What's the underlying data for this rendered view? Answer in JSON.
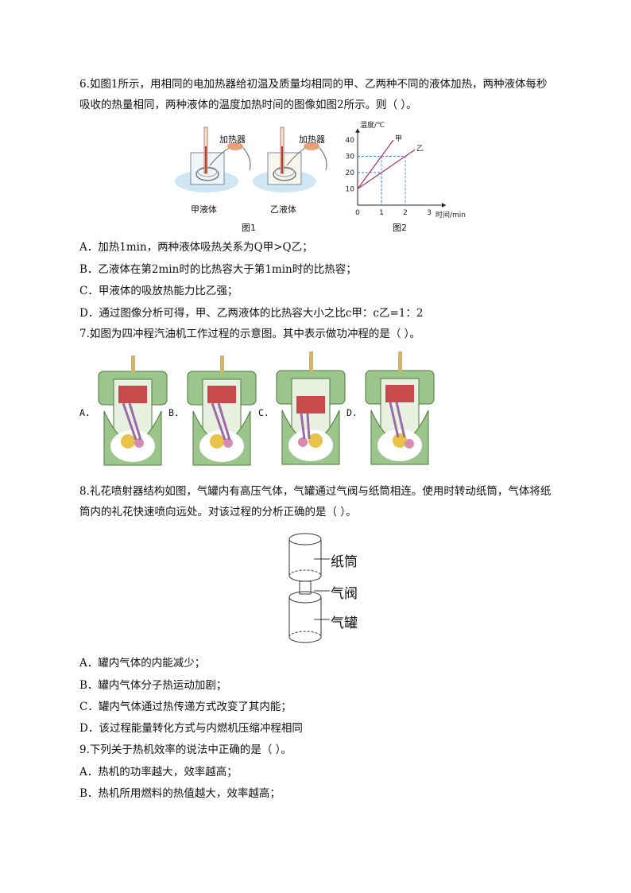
{
  "q6": {
    "stem_line1": "6.如图1所示，用相同的电加热器给初温及质量均相同的甲、乙两种不同的液体加热，两种液体每秒",
    "stem_line2": "吸收的热量相同，两种液体的温度加热时间的图像如图2所示。则（   ）。",
    "fig1": {
      "heater_label": "加热器",
      "liquid_a": "甲液体",
      "liquid_b": "乙液体",
      "caption": "图1"
    },
    "fig2": {
      "caption": "图2"
    },
    "options": {
      "A": "A．加热1min，两种液体吸热关系为Q甲>Q乙；",
      "B": "B．乙液体在第2min时的比热容大于第1min时的比热容；",
      "C": "C．甲液体的吸放热能力比乙强；",
      "D": "D．通过图像分析可得，甲、乙两液体的比热容大小之比c甲：c乙=1：2"
    }
  },
  "q7": {
    "stem": "7.如图为四冲程汽油机工作过程的示意图。其中表示做功冲程的是（    ）。",
    "labels": [
      "A.",
      "B.",
      "C.",
      "D."
    ]
  },
  "q8": {
    "stem_line1": "8.礼花喷射器结构如图，气罐内有高压气体，气罐通过气阀与纸筒相连。使用时转动纸筒，气体将纸",
    "stem_line2": "筒内的礼花快速喷向远处。对该过程的分析正确的是（   ）。",
    "fig": {
      "paper_tube": "纸筒",
      "valve": "气阀",
      "tank": "气罐"
    },
    "options": {
      "A": "A．罐内气体的内能减少；",
      "B": "B．罐内气体分子热运动加剧；",
      "C": "C．罐内气体通过热传递方式改变了其内能；",
      "D": "D．该过程能量转化方式与内燃机压缩冲程相同"
    }
  },
  "q9": {
    "stem": "9.下列关于热机效率的说法中正确的是（   ）。",
    "options": {
      "A": "A．热机的功率越大，效率越高；",
      "B": "B．热机所用燃料的热值越大，效率越高；"
    }
  },
  "chart_data": {
    "type": "line",
    "xlabel": "时间/min",
    "ylabel": "温度/℃",
    "x_ticks": [
      "0",
      "1",
      "2",
      "3"
    ],
    "y_ticks": [
      "10",
      "20",
      "30",
      "40"
    ],
    "xlim": [
      0,
      3.5
    ],
    "ylim": [
      0,
      45
    ],
    "series": [
      {
        "name": "甲",
        "x": [
          0,
          1,
          1.5
        ],
        "y": [
          10,
          30,
          40
        ]
      },
      {
        "name": "乙",
        "x": [
          0,
          1,
          2,
          2.4
        ],
        "y": [
          10,
          20,
          30,
          34
        ]
      }
    ],
    "guides": [
      {
        "x": 1,
        "y": 30
      },
      {
        "x": 1,
        "y": 20
      },
      {
        "x": 2,
        "y": 30
      }
    ]
  }
}
